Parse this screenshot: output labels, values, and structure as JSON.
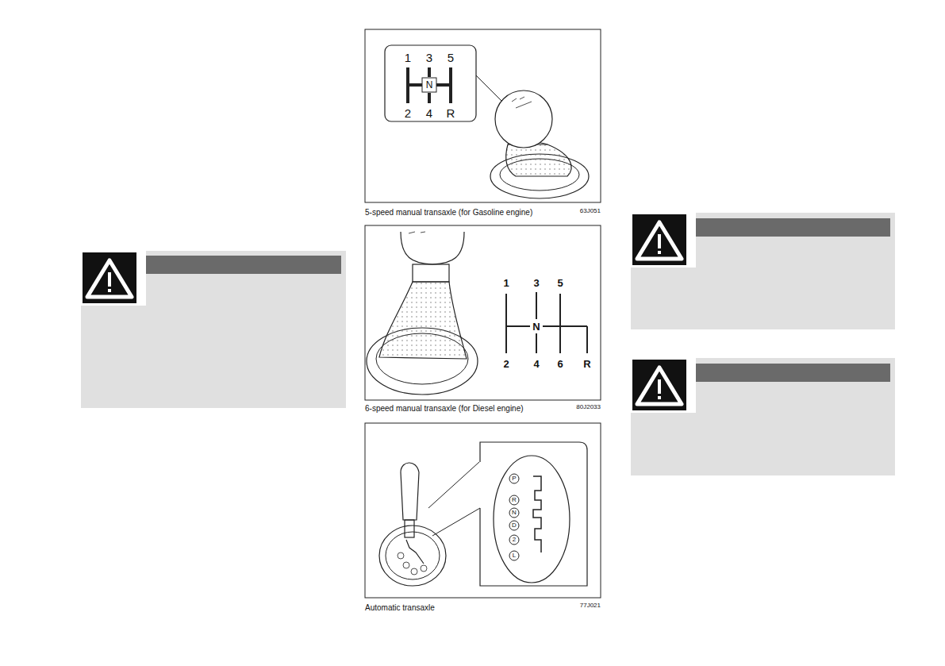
{
  "diagram": {
    "labels": [
      "1",
      "3",
      "5",
      "N",
      "2",
      "4",
      "R",
      "5-speed manual transaxle (for Gasoline engine)",
      "63J051",
      "1",
      "3",
      "5",
      "N",
      "2",
      "4",
      "6",
      "R",
      "6-speed manual transaxle (for Diesel engine)",
      "80J2033",
      "P",
      "R",
      "N",
      "D",
      "2",
      "L",
      "Automatic transaxle",
      "77J021"
    ]
  }
}
